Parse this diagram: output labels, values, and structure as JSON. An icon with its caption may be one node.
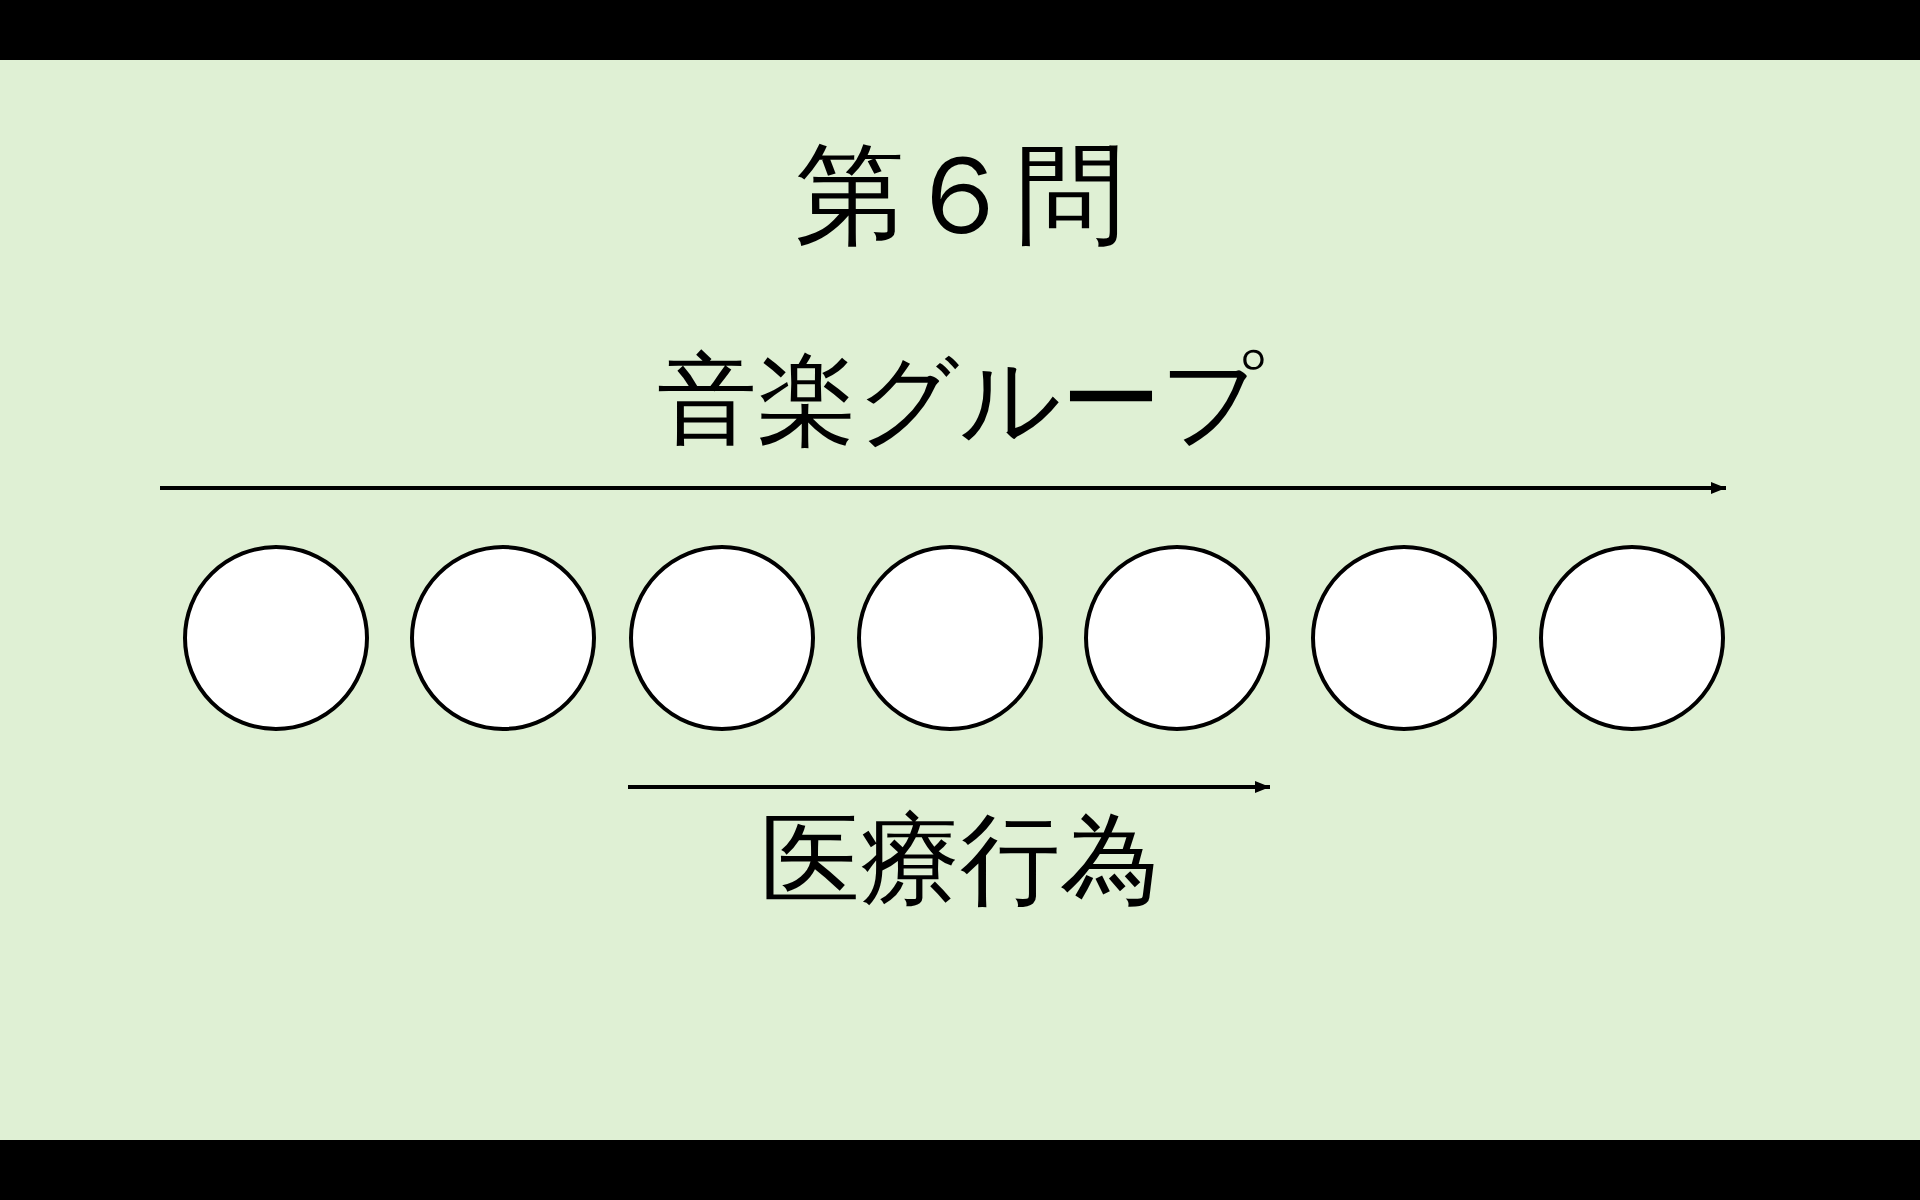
{
  "diagram": {
    "title": "第６問",
    "nodes": [
      {
        "text": [],
        "shape": "circle"
      },
      {
        "text": [],
        "shape": "circle"
      },
      {
        "text": [],
        "shape": "circle"
      },
      {
        "text": [],
        "shape": "circle"
      },
      {
        "text": [],
        "shape": "circle"
      },
      {
        "text": [],
        "shape": "circle"
      },
      {
        "text": [],
        "shape": "circle"
      }
    ],
    "edges": [],
    "labels": [
      "音楽グループ",
      "医療行為"
    ]
  }
}
